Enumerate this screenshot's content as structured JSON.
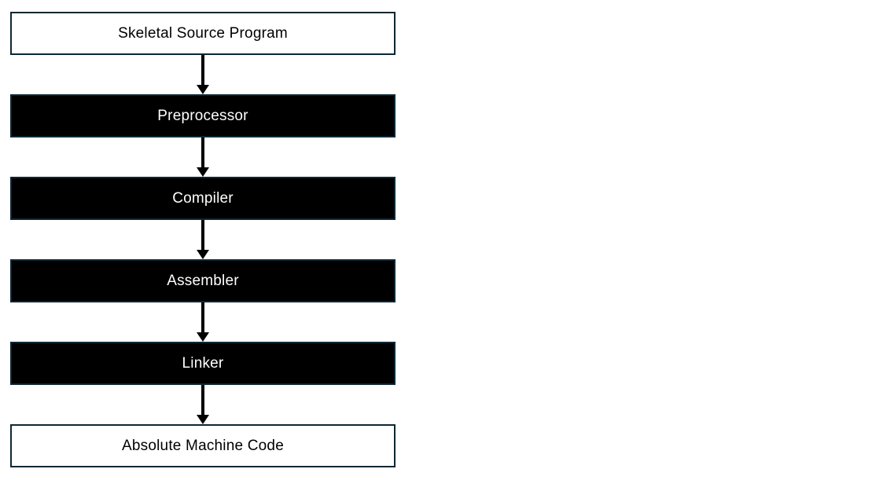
{
  "diagram": {
    "title": "Compilation pipeline flowchart",
    "colors": {
      "box_border": "#0d2734",
      "filled_box_bg": "#000000",
      "filled_box_text": "#ffffff",
      "outline_box_bg": "#ffffff",
      "outline_box_text": "#000000",
      "arrow": "#000000"
    },
    "nodes": [
      {
        "label": "Skeletal Source Program",
        "variant": "outline"
      },
      {
        "label": "Preprocessor",
        "variant": "filled"
      },
      {
        "label": "Compiler",
        "variant": "filled"
      },
      {
        "label": "Assembler",
        "variant": "filled"
      },
      {
        "label": "Linker",
        "variant": "filled"
      },
      {
        "label": "Absolute Machine Code",
        "variant": "outline"
      }
    ],
    "connectors": [
      {
        "from": "Skeletal Source Program",
        "to": "Preprocessor",
        "direction": "down"
      },
      {
        "from": "Preprocessor",
        "to": "Compiler",
        "direction": "down"
      },
      {
        "from": "Compiler",
        "to": "Assembler",
        "direction": "down"
      },
      {
        "from": "Assembler",
        "to": "Linker",
        "direction": "down"
      },
      {
        "from": "Linker",
        "to": "Absolute Machine Code",
        "direction": "down"
      }
    ]
  }
}
